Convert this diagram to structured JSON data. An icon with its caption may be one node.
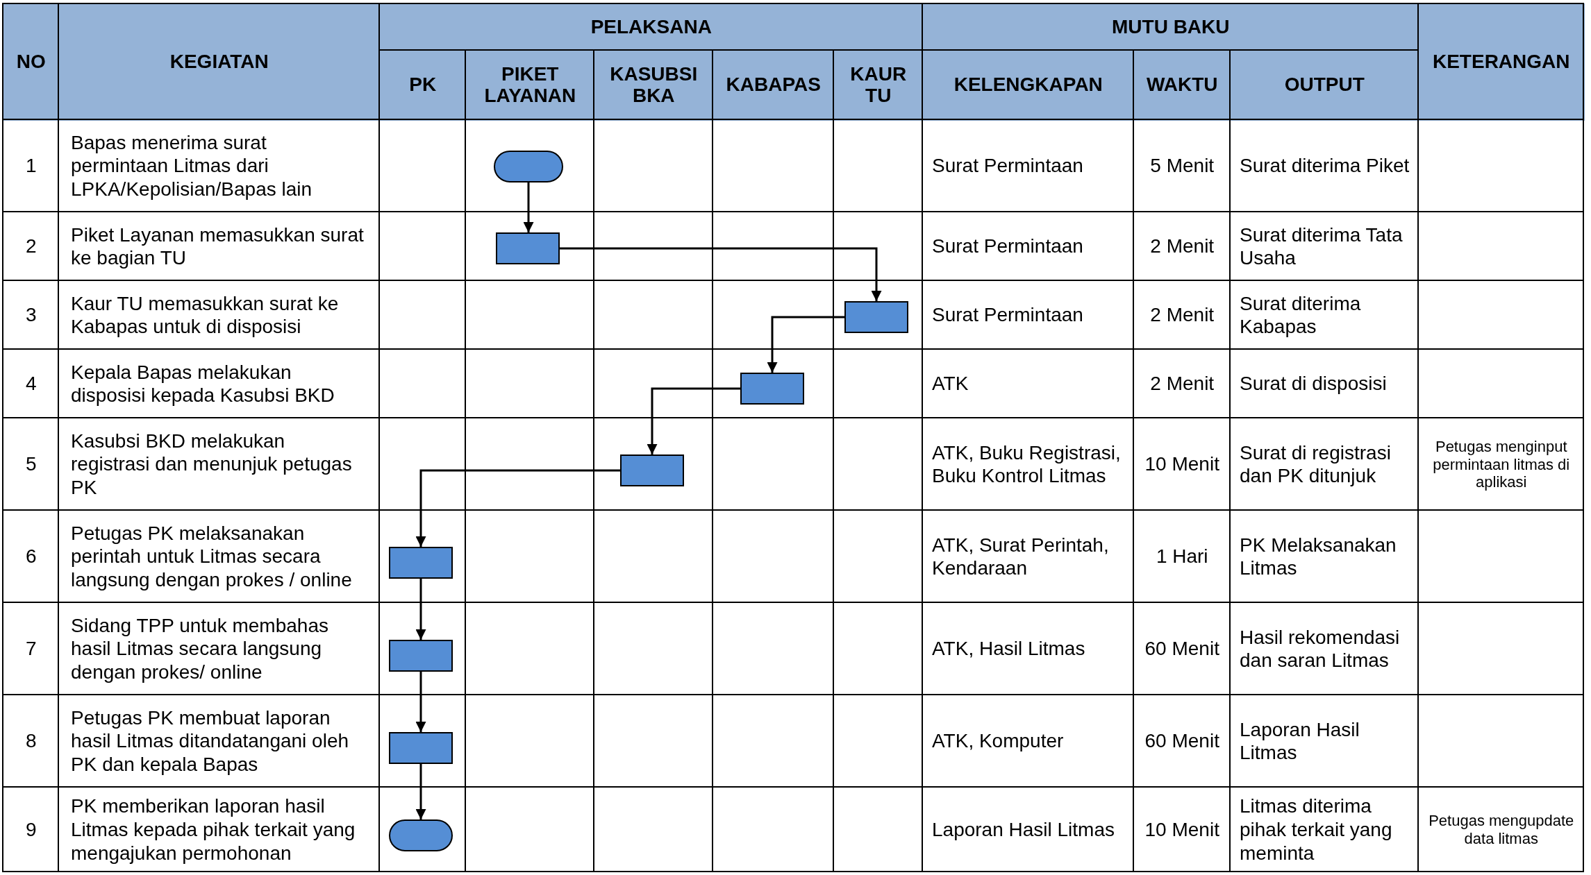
{
  "diagram": {
    "nodes": [
      {
        "text": [],
        "shape": "oval"
      },
      {
        "text": [],
        "shape": "box"
      },
      {
        "text": [],
        "shape": "box"
      },
      {
        "text": [],
        "shape": "box"
      },
      {
        "text": [],
        "shape": "box"
      },
      {
        "text": [],
        "shape": "box"
      },
      {
        "text": [],
        "shape": "box"
      },
      {
        "text": [],
        "shape": "box"
      },
      {
        "text": [],
        "shape": "oval"
      }
    ],
    "edges": [
      {
        "from": 0,
        "to": 1,
        "arrow": "to"
      },
      {
        "from": 1,
        "to": 2,
        "arrow": "to"
      },
      {
        "from": 2,
        "to": 3,
        "arrow": "to"
      },
      {
        "from": 3,
        "to": 4,
        "arrow": "to"
      },
      {
        "from": 4,
        "to": 5,
        "arrow": "to"
      },
      {
        "from": 5,
        "to": 6,
        "arrow": "to"
      },
      {
        "from": 6,
        "to": 7,
        "arrow": "to"
      },
      {
        "from": 7,
        "to": 8,
        "arrow": "to"
      }
    ],
    "labels": [
      "NO",
      "KEGIATAN",
      "PELAKSANA",
      "MUTU BAKU",
      "KETERANGAN",
      "PK",
      "PIKET LAYANAN",
      "KASUBSI BKA",
      "KABAPAS",
      "KAUR TU",
      "KELENGKAPAN",
      "WAKTU",
      "OUTPUT",
      "1",
      "Bapas menerima surat permintaan Litmas dari LPKA/Kepolisian/Bapas lain",
      "Surat Permintaan",
      "5 Menit",
      "Surat diterima Piket",
      "2",
      "Piket Layanan memasukkan surat ke bagian TU",
      "Surat Permintaan",
      "2 Menit",
      "Surat diterima Tata Usaha",
      "3",
      "Kaur TU memasukkan surat ke Kabapas untuk di disposisi",
      "Surat Permintaan",
      "2 Menit",
      "Surat diterima Kabapas",
      "4",
      "Kepala Bapas melakukan disposisi kepada Kasubsi BKD",
      "ATK",
      "2 Menit",
      "Surat di disposisi",
      "5",
      "Kasubsi BKD melakukan registrasi dan menunjuk petugas PK",
      "ATK, Buku Registrasi, Buku Kontrol Litmas",
      "10 Menit",
      "Surat di registrasi dan PK ditunjuk",
      "Petugas menginput permintaan litmas di aplikasi",
      "6",
      "Petugas PK melaksanakan perintah untuk Litmas secara langsung dengan prokes / online",
      "ATK, Surat Perintah, Kendaraan",
      "1 Hari",
      "PK Melaksanakan Litmas",
      "7",
      "Sidang TPP untuk membahas hasil Litmas secara langsung dengan prokes/ online",
      "ATK, Hasil Litmas",
      "60 Menit",
      "Hasil rekomendasi dan saran Litmas",
      "8",
      "Petugas PK membuat laporan hasil Litmas ditandatangani oleh PK dan kepala Bapas",
      "ATK, Komputer",
      "60 Menit",
      "Laporan Hasil Litmas",
      "9",
      "PK memberikan laporan hasil Litmas kepada pihak terkait yang mengajukan permohonan",
      "Laporan Hasil Litmas",
      "10 Menit",
      "Litmas diterima pihak terkait yang meminta",
      "Petugas mengupdate data litmas"
    ]
  }
}
